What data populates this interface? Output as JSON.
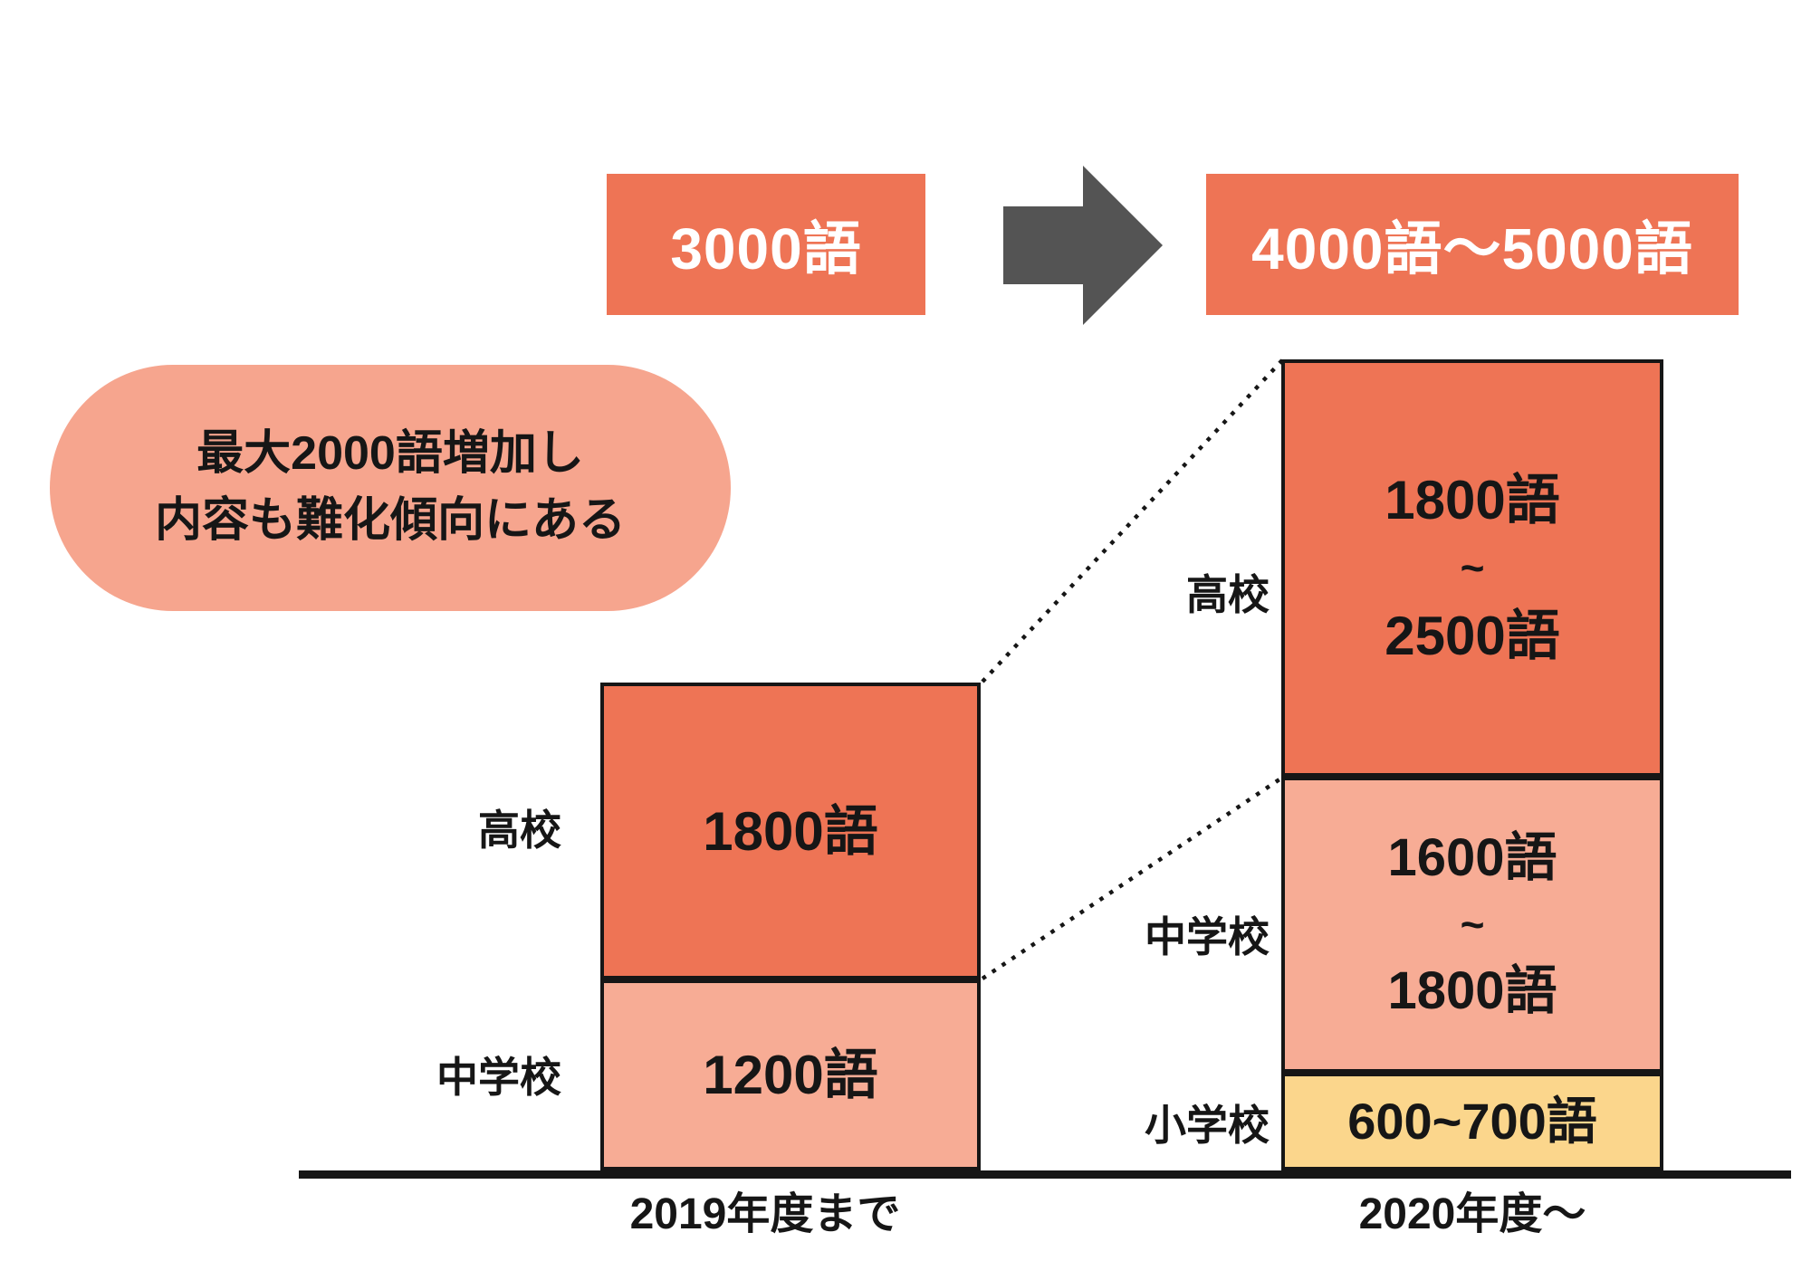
{
  "title_flow": {
    "before_total": "3000語",
    "after_total": "4000語〜5000語"
  },
  "callout": {
    "line1": "最大2000語増加し",
    "line2": "内容も難化傾向にある"
  },
  "bars": {
    "before": {
      "segments": {
        "highschool": {
          "label": "高校",
          "value": "1800語"
        },
        "middleschool": {
          "label": "中学校",
          "value": "1200語"
        }
      }
    },
    "after": {
      "segments": {
        "highschool": {
          "label": "高校",
          "value_from": "1800語",
          "tilde": "~",
          "value_to": "2500語"
        },
        "middleschool": {
          "label": "中学校",
          "value_from": "1600語",
          "tilde": "~",
          "value_to": "1800語"
        },
        "elementary": {
          "label": "小学校",
          "value": "600~700語"
        }
      }
    }
  },
  "axis": {
    "before_label": "2019年度まで",
    "after_label": "2020年度〜"
  },
  "colors": {
    "accent_orange": "#ee7455",
    "light_pink": "#f7ac95",
    "bubble_pink": "#f6a58e",
    "elementary_yellow": "#fbd68c",
    "arrow_gray": "#545454",
    "ink_black": "#161616"
  },
  "chart_data": {
    "type": "bar",
    "stacked": true,
    "categories": [
      "2019年度まで",
      "2020年度〜"
    ],
    "series": [
      {
        "name": "高校",
        "values": [
          [
            1800,
            1800
          ],
          [
            1800,
            2500
          ]
        ],
        "labels": [
          "1800語",
          "1800語~2500語"
        ]
      },
      {
        "name": "中学校",
        "values": [
          [
            1200,
            1200
          ],
          [
            1600,
            1800
          ]
        ],
        "labels": [
          "1200語",
          "1600語~1800語"
        ]
      },
      {
        "name": "小学校",
        "values": [
          [
            0,
            0
          ],
          [
            600,
            700
          ]
        ],
        "labels": [
          null,
          "600~700語"
        ]
      }
    ],
    "totals": {
      "labels": [
        "3000語",
        "4000語〜5000語"
      ],
      "values": [
        [
          3000,
          3000
        ],
        [
          4000,
          5000
        ]
      ]
    },
    "annotation": "最大2000語増加し内容も難化傾向にある",
    "xlabel": "",
    "ylabel": "",
    "legend": false,
    "grid": false
  }
}
